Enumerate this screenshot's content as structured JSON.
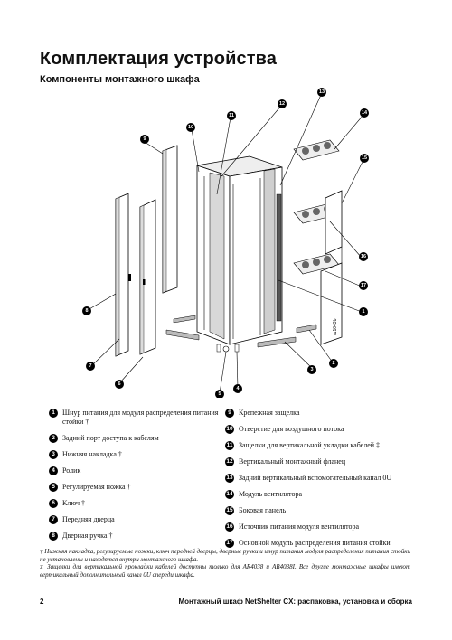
{
  "page": {
    "title": "Комплектация устройства",
    "subtitle": "Компоненты монтажного шкафа"
  },
  "diagram": {
    "side_code": "ru1043b",
    "callouts": [
      "1",
      "2",
      "3",
      "4",
      "5",
      "6",
      "7",
      "8",
      "9",
      "10",
      "11",
      "12",
      "13",
      "14",
      "15",
      "16",
      "17"
    ]
  },
  "legend_left": [
    {
      "num": "1",
      "text": "Шнур питания для модуля распределения питания стойки †"
    },
    {
      "num": "2",
      "text": "Задний порт доступа к кабелям"
    },
    {
      "num": "3",
      "text": "Нижняя накладка †"
    },
    {
      "num": "4",
      "text": "Ролик"
    },
    {
      "num": "5",
      "text": "Регулируемая ножка †"
    },
    {
      "num": "6",
      "text": "Ключ †"
    },
    {
      "num": "7",
      "text": "Передняя дверца"
    },
    {
      "num": "8",
      "text": "Дверная ручка †"
    }
  ],
  "legend_right": [
    {
      "num": "9",
      "text": "Крепежная защелка"
    },
    {
      "num": "10",
      "text": "Отверстие для воздушного потока"
    },
    {
      "num": "11",
      "text": "Защелки для вертикальной укладки кабелей ‡"
    },
    {
      "num": "12",
      "text": "Вертикальный монтажный фланец"
    },
    {
      "num": "13",
      "text": "Задний вертикальный вспомогательный канал 0U"
    },
    {
      "num": "14",
      "text": "Модуль вентилятора"
    },
    {
      "num": "15",
      "text": "Боковая панель"
    },
    {
      "num": "16",
      "text": "Источник питания модуля вентилятора"
    },
    {
      "num": "17",
      "text": "Основной модуль распределения питания стойки"
    }
  ],
  "footnotes": {
    "dagger": "† Нижняя накладка, регулируемые ножки, ключ передней дверцы, дверные ручки и шнур питания модуля распределения питания стойки не установлены и находятся внутри монтажного шкафа.",
    "ddagger": "‡ Защелки для вертикальной прокладки кабелей доступны только для AR4038 и AR4038I. Все другие монтажные шкафы имеют вертикальный дополнительный канал 0U спереди шкафа."
  },
  "footer": {
    "page_number": "2",
    "text": "Монтажный шкаф NetShelter CX: распаковка, установка и сборка"
  }
}
